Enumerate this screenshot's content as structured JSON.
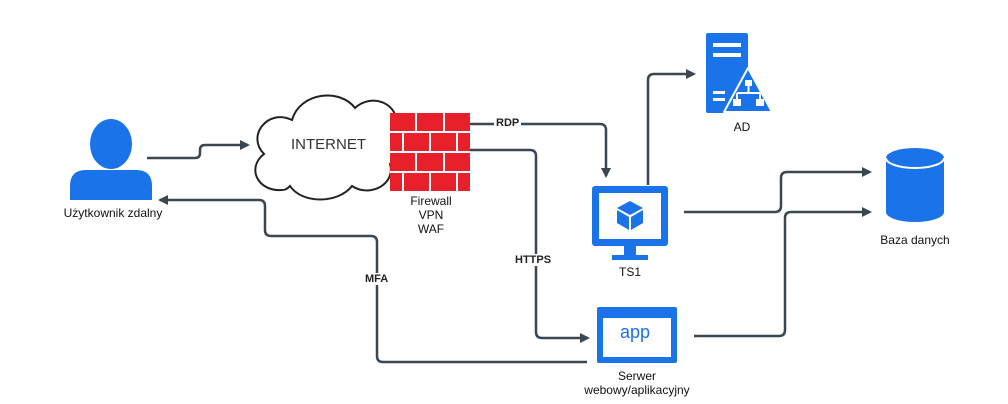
{
  "colors": {
    "accent": "#1a73e8",
    "firewall": "#e8202a",
    "line": "#3a4750"
  },
  "nodes": {
    "user": {
      "label": "Użytkownik  zdalny",
      "icon": "user-icon"
    },
    "internet": {
      "label": "INTERNET",
      "icon": "cloud-icon"
    },
    "firewall": {
      "label_lines": [
        "Firewall",
        "VPN",
        "WAF"
      ],
      "icon": "firewall-icon"
    },
    "ad": {
      "label": "AD",
      "icon": "directory-server-icon"
    },
    "ts1": {
      "label": "TS1",
      "icon": "monitor-icon"
    },
    "database": {
      "label": "Baza danych",
      "icon": "database-icon"
    },
    "webserver": {
      "label_lines": [
        "Serwer",
        "webowy/aplikacyjny"
      ],
      "app_text": "app",
      "icon": "web-app-icon"
    }
  },
  "edges": {
    "rdp": "RDP",
    "https": "HTTPS",
    "mfa": "MFA"
  }
}
